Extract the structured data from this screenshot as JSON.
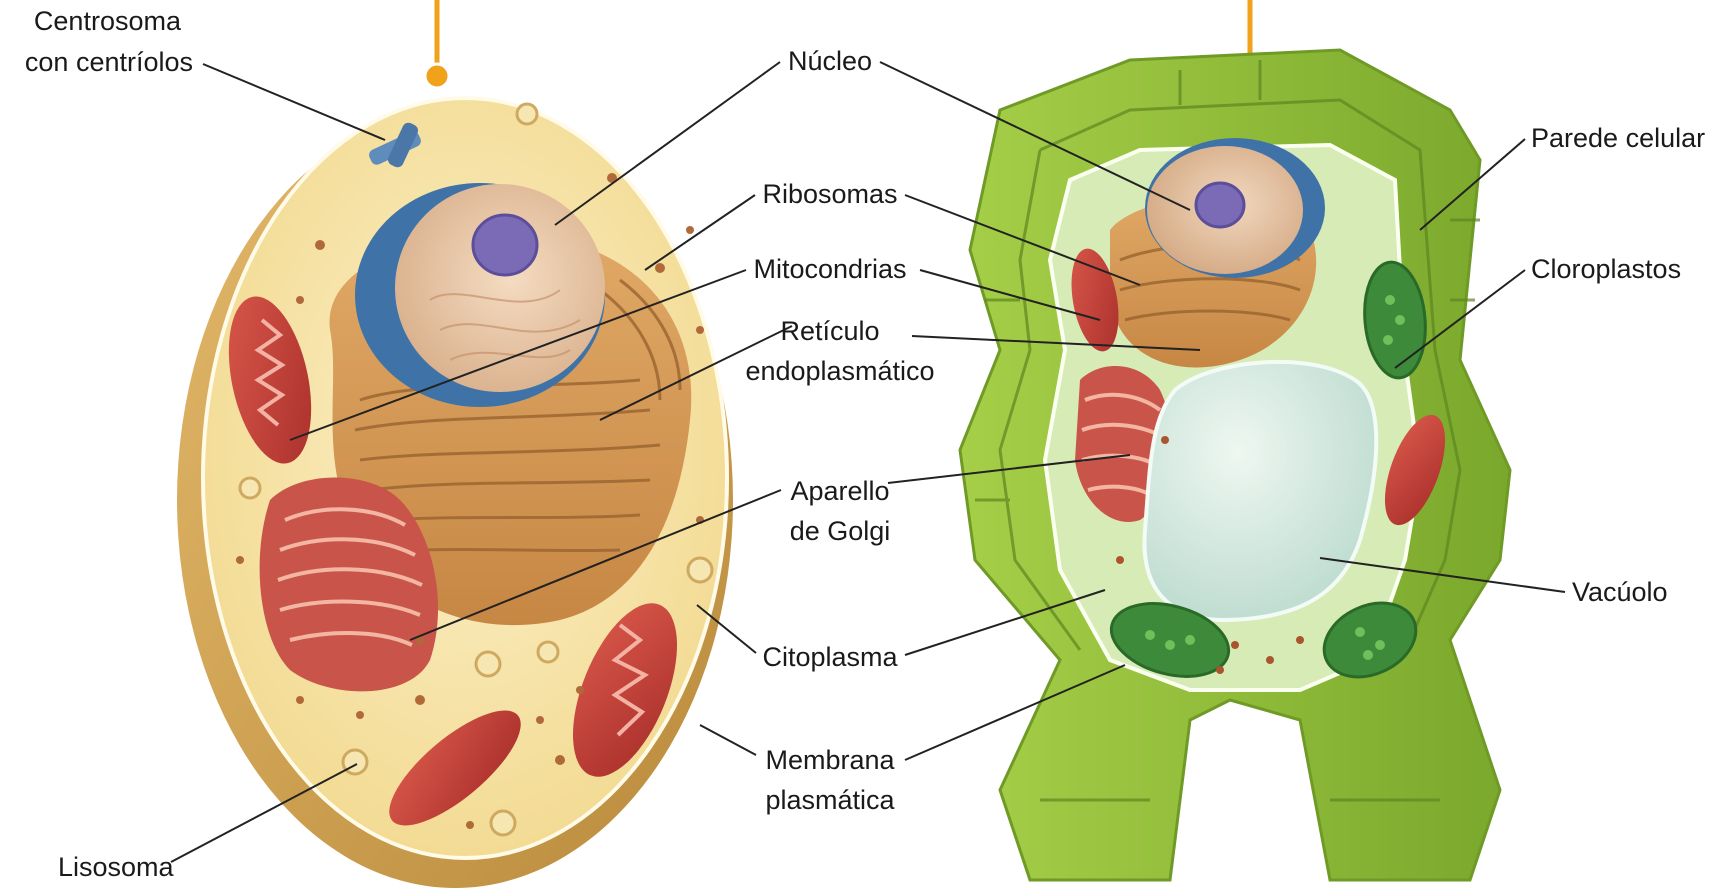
{
  "animal_labels": {
    "centrosoma_line1": "Centrosoma",
    "centrosoma_line2": "con centríolos",
    "lisosoma": "Lisosoma"
  },
  "shared_labels": {
    "nucleo": "Núcleo",
    "ribosomas": "Ribosomas",
    "mitocondrias": "Mitocondrias",
    "reticulo_line1": "Retículo",
    "reticulo_line2": "endoplasmático",
    "aparello_line1": "Aparello",
    "aparello_line2": "de Golgi",
    "citoplasma": "Citoplasma",
    "membrana_line1": "Membrana",
    "membrana_line2": "plasmática"
  },
  "plant_labels": {
    "parede": "Parede celular",
    "cloroplastos": "Cloroplastos",
    "vacuolo": "Vacúolo"
  },
  "colors": {
    "accent_orange": "#f0a21b",
    "leader_line": "#222222"
  }
}
